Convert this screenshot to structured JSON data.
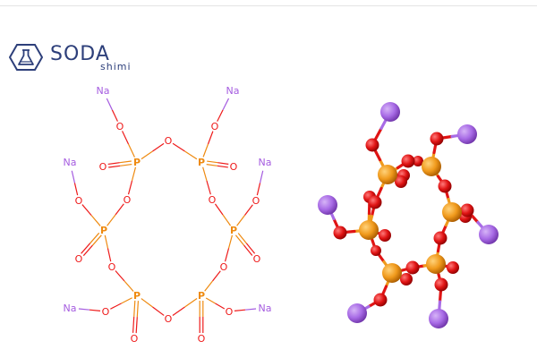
{
  "brand": {
    "name": "SODA",
    "subtitle": "shimi",
    "icon": "flask-hexagon-icon"
  },
  "colors": {
    "sodium": "#a55ce0",
    "oxygen": "#ee1a1a",
    "phosphorus": "#ee8a10",
    "brand": "#2d3f7a"
  },
  "structure": {
    "sodium_symbol": "Na",
    "oxygen_symbol": "O",
    "phosphorus_symbol": "P",
    "sodium_count": 6,
    "phosphorus_count": 6,
    "ring_oxygen_count": 6
  }
}
